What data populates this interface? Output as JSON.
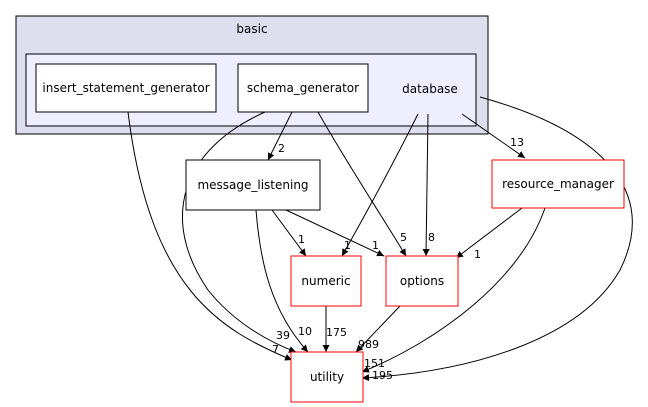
{
  "clusters": {
    "outer_label": "basic",
    "inner_label": "database"
  },
  "nodes": {
    "insert_statement_generator": "insert_statement_generator",
    "schema_generator": "schema_generator",
    "message_listening": "message_listening",
    "resource_manager": "resource_manager",
    "numeric": "numeric",
    "options": "options",
    "utility": "utility"
  },
  "edge_labels": {
    "schema_to_message_listening": "2",
    "database_to_resource_manager": "13",
    "message_listening_to_numeric": "1",
    "message_listening_to_options": "1",
    "database_to_numeric": "1",
    "schema_to_options": "5",
    "database_to_options": "8",
    "resource_manager_to_options": "1",
    "schema_to_utility": "39",
    "message_listening_to_utility": "10",
    "numeric_to_utility": "175",
    "options_to_utility": "989",
    "insert_to_utility": "7",
    "resource_manager_to_utility": "151",
    "database_to_utility": "195"
  },
  "colors": {
    "outer_fill": "#dddfee",
    "inner_fill": "#eeeeff",
    "cluster_stroke": "#000000",
    "node_stroke_default": "#000000",
    "node_stroke_external": "#ff0000"
  }
}
